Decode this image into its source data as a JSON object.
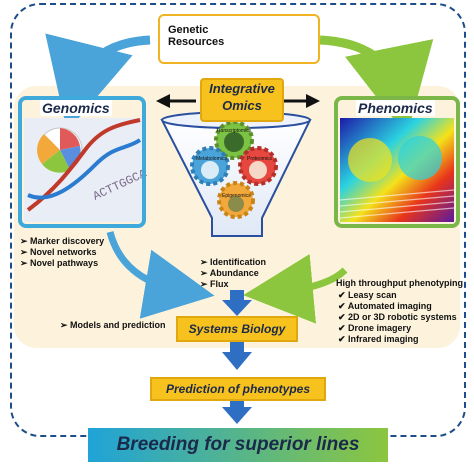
{
  "genetic_resources": {
    "line1": "Genetic",
    "line2": "Resources"
  },
  "integrative_omics": {
    "line1": "Integrative",
    "line2": "Omics"
  },
  "genomics": {
    "title": "Genomics",
    "bullets": [
      "Marker discovery",
      "Novel networks",
      "Novel pathways"
    ]
  },
  "phenomics": {
    "title": "Phenomics",
    "heading": "High throughput phenotyping",
    "bullets": [
      "Leasy scan",
      "Automated imaging",
      "2D or 3D robotic systems",
      "Drone imagery",
      "Infrared imaging"
    ]
  },
  "funnel": {
    "gears": [
      "Transcriptomics",
      "Metabolomics",
      "Proteomics",
      "Epigenomics"
    ],
    "bullets": [
      "Identification",
      "Abundance",
      "Flux"
    ]
  },
  "models": "Models and prediction",
  "systems_biology": "Systems Biology",
  "prediction": "Prediction of phenotypes",
  "breeding": "Breeding for superior lines",
  "colors": {
    "genomics_border": "#3fa9dc",
    "phenomics_border": "#7ab648",
    "label_box": "#f7c21d",
    "arrow_blue": "#2e6fc4",
    "arrow_green": "#8cc63f",
    "breeding_gradient": [
      "#1fa3d8",
      "#8cc63f"
    ]
  }
}
